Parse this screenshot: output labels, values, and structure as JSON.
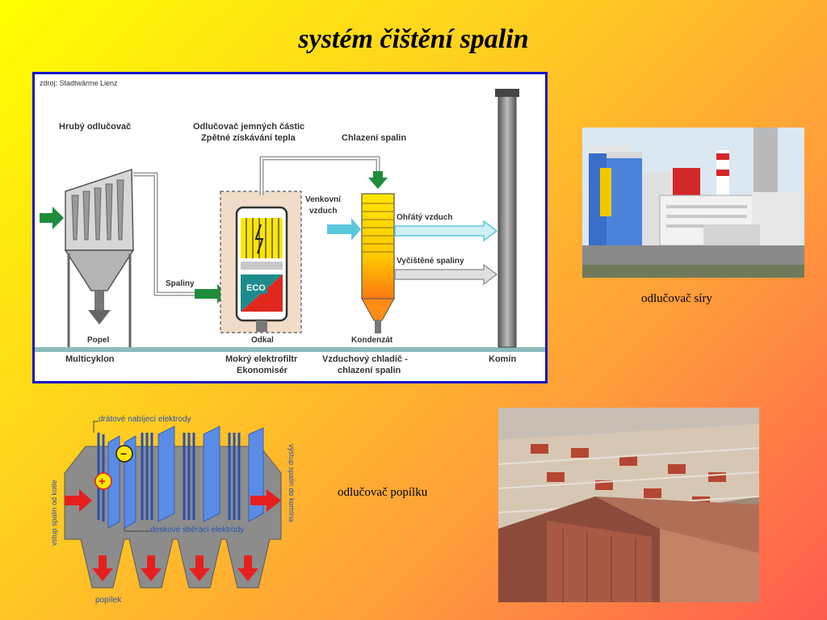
{
  "slide": {
    "title": "systém čištění spalin"
  },
  "diagram1": {
    "source": "zdroj: Stadtwärme Lienz",
    "labels": {
      "hruby": "Hrubý odlučovač",
      "jemnych_1": "Odlučovač jemných částic",
      "jemnych_2": "Zpětné získávání tepla",
      "chlazeni": "Chlazení spalin",
      "venkovni_1": "Venkovní",
      "venkovni_2": "vzduch",
      "ohraty": "Ohřátý vzduch",
      "vycistene": "Vyčištěné spaliny",
      "spaliny": "Spaliny",
      "eco": "ECO",
      "popel": "Popel",
      "odkal": "Odkal",
      "kondenzat": "Kondenzát",
      "multicyklon": "Multicyklon",
      "mokry_1": "Mokrý elektrofiltr",
      "mokry_2": "Ekonomisér",
      "vzduchovy_1": "Vzduchový chladič -",
      "vzduchovy_2": "chlazení spalin",
      "komin": "Komín"
    },
    "colors": {
      "frame": "#1414c8",
      "arrow_green": "#1e8c3c",
      "arrow_cyan": "#5ac8dc",
      "tank_red": "#e0281e",
      "tank_teal": "#1e8c8c",
      "cooler_yellow": "#ffd200",
      "cooler_orange": "#ff8c14"
    }
  },
  "photo1": {
    "caption": "odlučovač síry"
  },
  "diagram2": {
    "labels": {
      "dratove": "drátové nabíjecí elektrody",
      "deskove": "deskové sběrací elektrody",
      "vstup": "vstup spalin od kotle",
      "vystup": "výstup spalin do komína",
      "poplek": "popílek",
      "minus": "−",
      "plus": "+"
    },
    "colors": {
      "body": "#8c8c8c",
      "plates": "#5a8ce6",
      "arrows": "#e61e1e",
      "text": "#2850b4"
    }
  },
  "photo2": {
    "caption": "odlučovač popílku"
  }
}
